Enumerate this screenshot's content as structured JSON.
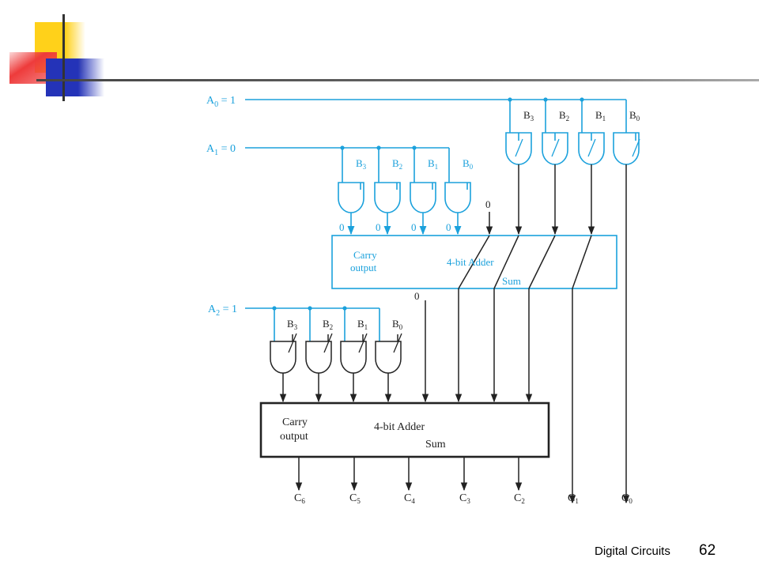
{
  "footer": {
    "title": "Digital Circuits",
    "page_number": "62"
  },
  "colors": {
    "blue": "#1ba1dc",
    "black": "#222222",
    "deco_yellow": "#ffd11a",
    "deco_red": "#ee3b3b",
    "deco_blue": "#2433b8"
  },
  "inputs": {
    "a0": {
      "sym": "A",
      "sub": "0",
      "eq": " = 1"
    },
    "a1": {
      "sym": "A",
      "sub": "1",
      "eq": " = 0"
    },
    "a2": {
      "sym": "A",
      "sub": "2",
      "eq": " = 1"
    }
  },
  "b_labels": [
    {
      "sym": "B",
      "sub": "3"
    },
    {
      "sym": "B",
      "sub": "2"
    },
    {
      "sym": "B",
      "sub": "1"
    },
    {
      "sym": "B",
      "sub": "0"
    }
  ],
  "adder1": {
    "carry_line1": "Carry",
    "carry_line2": "output",
    "title": "4-bit Adder",
    "sum": "Sum",
    "input_values": [
      "0",
      "0",
      "0",
      "0"
    ],
    "carry_in": "0",
    "carry_out_value": "0"
  },
  "adder2": {
    "carry_line1": "Carry",
    "carry_line2": "output",
    "title": "4-bit Adder",
    "sum": "Sum"
  },
  "outputs": [
    {
      "sym": "C",
      "sub": "6"
    },
    {
      "sym": "C",
      "sub": "5"
    },
    {
      "sym": "C",
      "sub": "4"
    },
    {
      "sym": "C",
      "sub": "3"
    },
    {
      "sym": "C",
      "sub": "2"
    },
    {
      "sym": "C",
      "sub": "1"
    },
    {
      "sym": "C",
      "sub": "0"
    }
  ]
}
